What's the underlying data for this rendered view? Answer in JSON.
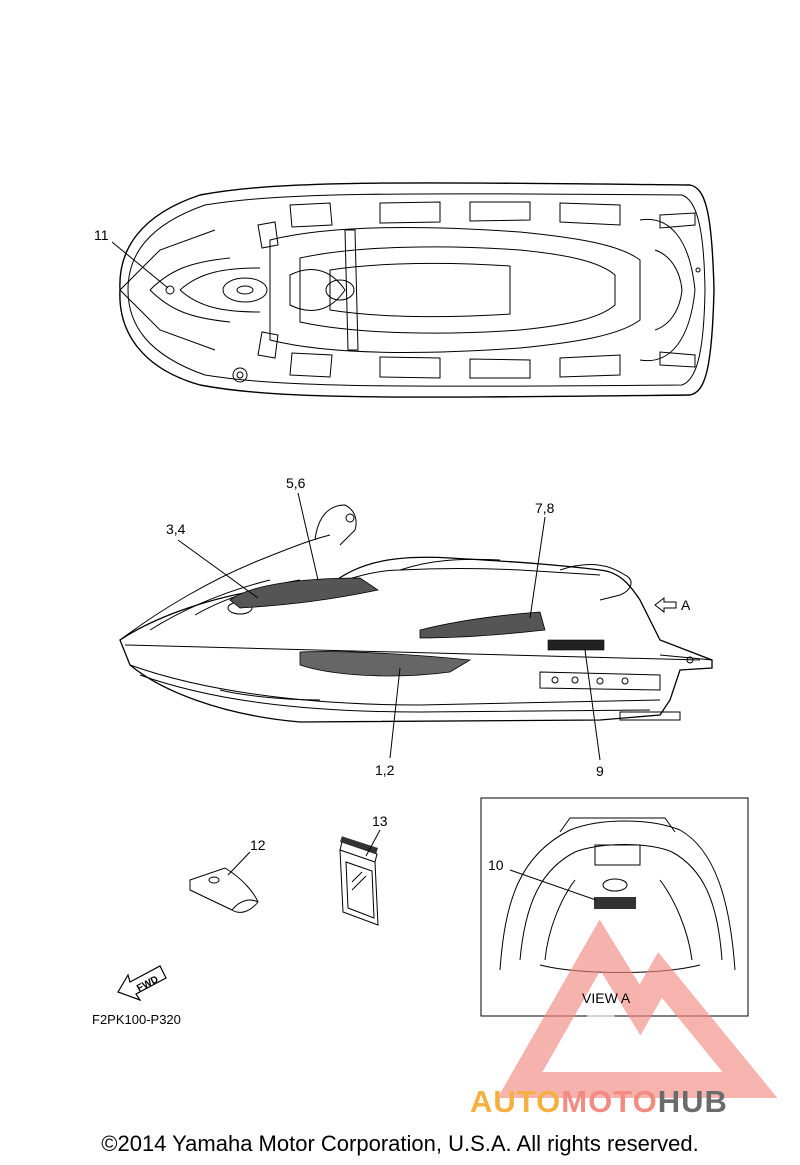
{
  "callouts": {
    "c11": "11",
    "c56": "5,6",
    "c34": "3,4",
    "c78": "7,8",
    "c12": "1,2",
    "c9": "9",
    "c13": "13",
    "c12b": "12",
    "c10": "10",
    "view_arrow": "A",
    "view_label": "VIEW A",
    "fwd": "FWD"
  },
  "part_code": "F2PK100-P320",
  "copyright": "©2014 Yamaha Motor Corporation, U.S.A. All rights reserved.",
  "watermark": {
    "part1": "AUTO",
    "part2": "MOTO",
    "part3": "HUB",
    "colors": {
      "auto": "#f5b041",
      "moto": "#f28b82",
      "hub": "#6b6b6b",
      "triangle": "#f28b82"
    }
  }
}
